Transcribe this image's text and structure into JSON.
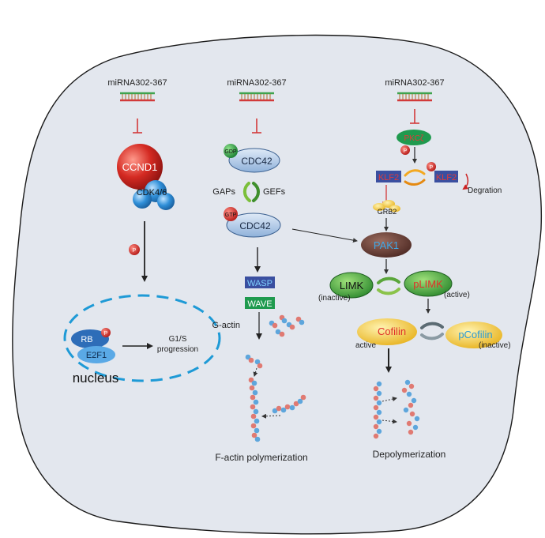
{
  "labels": {
    "mirna_left": "miRNA302-367",
    "mirna_mid": "miRNA302-367",
    "mirna_right": "miRNA302-367",
    "ccnd1": "CCND1",
    "cdk46": "CDK4/6",
    "phospho_p": "P",
    "rb": "RB",
    "e2f1": "E2F1",
    "nucleus": "nucleus",
    "g1s_line1": "G1/S",
    "g1s_line2": "progression",
    "gdp": "GDP",
    "cdc42_top": "CDC42",
    "gaps": "GAPs",
    "gefs": "GEFs",
    "gtp": "GTP",
    "cdc42_bottom": "CDC42",
    "wasp": "WASP",
    "wave": "WAVE",
    "g_actin": "G-actin",
    "f_actin": "F-actin polymerization",
    "pkc": "PKCζ",
    "klf2_left": "KLF2",
    "klf2_right": "KLF2",
    "degration": "Degration",
    "grb2": "GRB2",
    "pak1": "PAK1",
    "limk": "LIMK",
    "limk_state": "(inactive)",
    "plimk": "pLIMK",
    "plimk_state": "(active)",
    "cofilin": "Cofilin",
    "cofilin_state": "active",
    "pcofilin": "pCofilin",
    "pcofilin_state": "(inactive)",
    "depolymerization": "Depolymerization"
  },
  "colors": {
    "cell_fill": "#e3e7ee",
    "ccnd1": "#d42a22",
    "cdk46": "#2f8fd8",
    "rb": "#2e6db8",
    "e2f1": "#5aa9e6",
    "nucleus_border": "#1e9ad6",
    "cdc42": "#a9c6e8",
    "gdp": "#2ea84a",
    "gtp": "#e02a24",
    "wasp": "#3a4fa0",
    "wave": "#1f9a4e",
    "pkc": "#1f9a4e",
    "klf2": "#3a4fa0",
    "pak1": "#6b3b32",
    "limk": "#3d9a3e",
    "cofilin": "#f4c230",
    "inhibit": "#d23a3a"
  },
  "icons": {
    "mirna": "mirna-duplex-icon",
    "cycle": "cycle-arrows-icon",
    "actin": "actin-bead-icon"
  }
}
